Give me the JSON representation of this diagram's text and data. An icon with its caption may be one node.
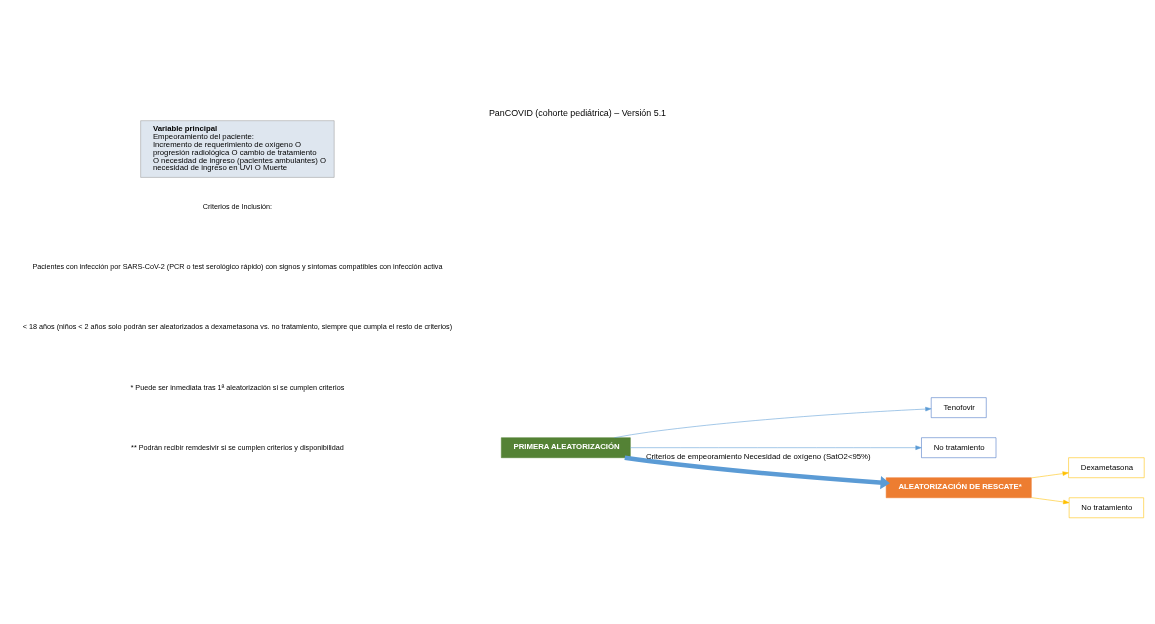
{
  "diagram": {
    "title": "PanCOVID (cohorte pediátrica) – Versión 5.1",
    "nodes": [
      {
        "text": [
          "PRIMERA ALEATORIZACIÓN"
        ]
      },
      {
        "text": [
          "Tenofovir"
        ]
      },
      {
        "text": [
          "No tratamiento"
        ]
      },
      {
        "text": [
          "ALEATORIZACIÓN DE RESCATE*"
        ]
      },
      {
        "text": [
          "Dexametasona"
        ]
      },
      {
        "text": [
          "No tratamiento"
        ]
      },
      {
        "text": [
          "Variable principal",
          "Empeoramiento del paciente:",
          "Incremento de requerimiento de oxígeno O progresión radiológica O cambio de tratamiento O necesidad de ingreso (pacientes ambulantes) O necesidad de ingreso en UVI O Muerte"
        ]
      }
    ],
    "edges": [
      {
        "from": 0,
        "to": 1,
        "arrow": "to"
      },
      {
        "from": 0,
        "to": 2,
        "arrow": "to"
      },
      {
        "from": 0,
        "to": 3,
        "arrow": "to",
        "label": "Criterios de empeoramiento Necesidad de oxígeno (SatO2<95%)",
        "style": "thick"
      },
      {
        "from": 3,
        "to": 4,
        "arrow": "to",
        "color": "#ffc000"
      },
      {
        "from": 3,
        "to": 5,
        "arrow": "to",
        "color": "#ffc000"
      }
    ],
    "labels": [
      "Criterios de Inclusión:",
      "Pacientes con infección por SARS-CoV-2 (PCR o test serológico rápido) con signos y síntomas compatibles con infección activa",
      "< 18 años (niños < 2 años solo podrán ser aleatorizados a dexametasona vs. no tratamiento, siempre que cumpla el resto de criterios)",
      "* Puede ser inmediata tras 1ª aleatorización si se cumplen criterios",
      "** Podrán recibir remdesivir si se cumplen criterios y disponibilidad"
    ]
  }
}
